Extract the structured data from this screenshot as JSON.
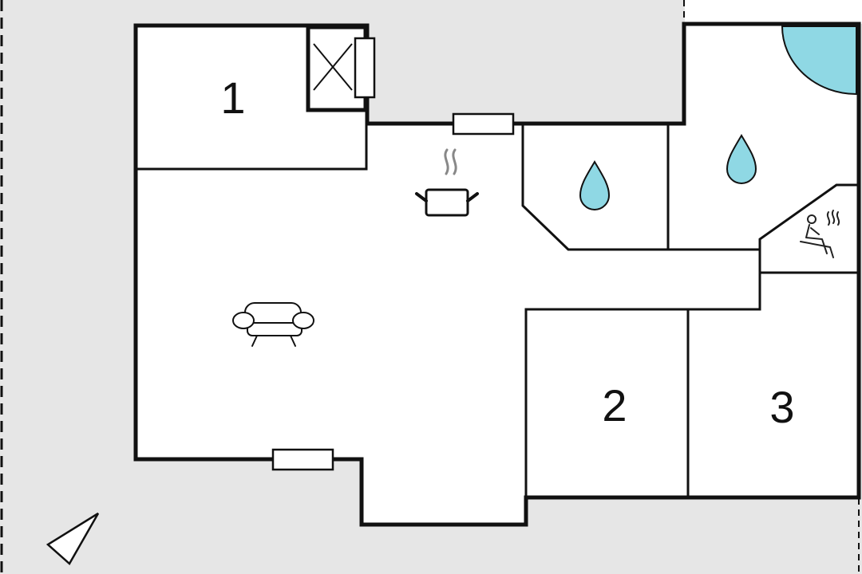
{
  "floorplan": {
    "colors": {
      "background": "#e6e6e6",
      "floor": "#ffffff",
      "wall": "#111111",
      "water": "#8fd8e4",
      "icon_stroke": "#222222",
      "steam": "#888888"
    },
    "rooms": [
      {
        "label": "1"
      },
      {
        "label": "2"
      },
      {
        "label": "3"
      }
    ],
    "icons": [
      "ventilation-shaft-icon",
      "window-icon",
      "cooking-pot-icon",
      "water-drop-icon",
      "sauna-icon",
      "sofa-icon",
      "compass-north-icon",
      "pool-icon"
    ]
  }
}
